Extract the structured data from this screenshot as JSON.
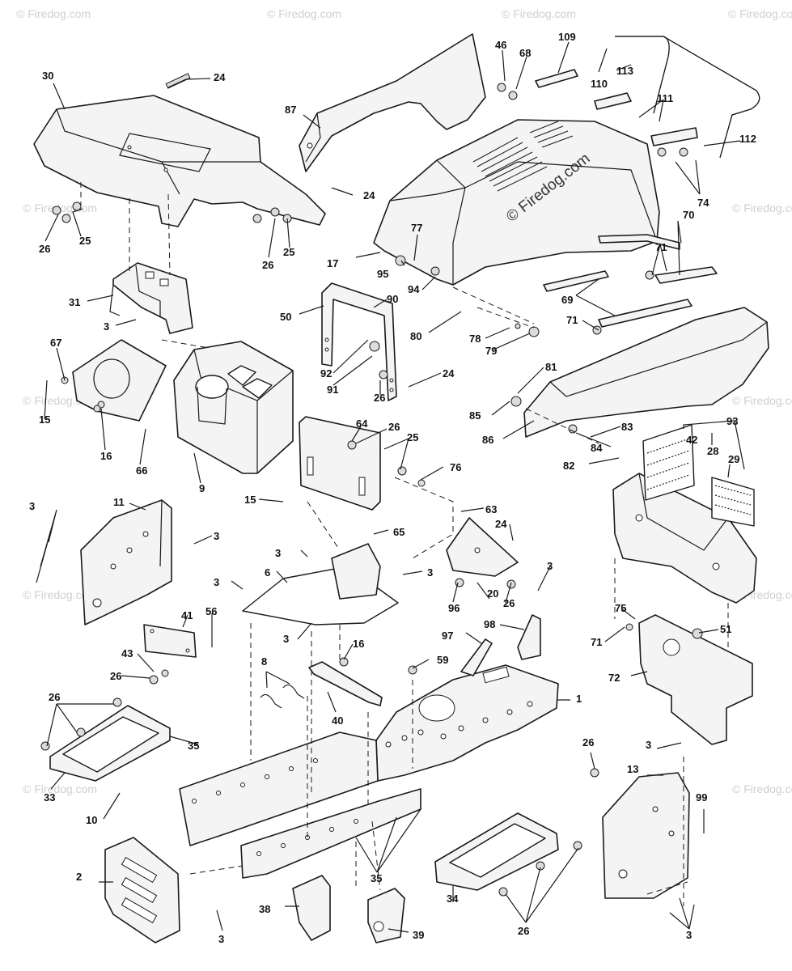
{
  "watermark": {
    "main_text": "© Firedog.com",
    "tile_text": "© Firedog.com"
  },
  "callouts": {
    "c1": "1",
    "c2": "2",
    "c3a": "3",
    "c3b": "3",
    "c3c": "3",
    "c3d": "3",
    "c3e": "3",
    "c3f": "3",
    "c3g": "3",
    "c3h": "3",
    "c3i": "3",
    "c3j": "3",
    "c3k": "3",
    "c6": "6",
    "c8": "8",
    "c9": "9",
    "c10": "10",
    "c11": "11",
    "c13": "13",
    "c15a": "15",
    "c15b": "15",
    "c16a": "16",
    "c16b": "16",
    "c17": "17",
    "c20": "20",
    "c24a": "24",
    "c24b": "24",
    "c24c": "24",
    "c24d": "24",
    "c25a": "25",
    "c25b": "25",
    "c25c": "25",
    "c26a": "26",
    "c26b": "26",
    "c26c": "26",
    "c26d": "26",
    "c26e": "26",
    "c26f": "26",
    "c26g": "26",
    "c26h": "26",
    "c26i": "26",
    "c28": "28",
    "c29": "29",
    "c30": "30",
    "c31": "31",
    "c33": "33",
    "c34": "34",
    "c35a": "35",
    "c35b": "35",
    "c38": "38",
    "c39": "39",
    "c40": "40",
    "c41": "41",
    "c42": "42",
    "c43": "43",
    "c46": "46",
    "c50": "50",
    "c51": "51",
    "c56": "56",
    "c59": "59",
    "c63": "63",
    "c64": "64",
    "c65": "65",
    "c66": "66",
    "c67": "67",
    "c68": "68",
    "c69": "69",
    "c70": "70",
    "c71a": "71",
    "c71b": "71",
    "c71c": "71",
    "c72": "72",
    "c74": "74",
    "c75": "75",
    "c76": "76",
    "c77": "77",
    "c78": "78",
    "c79": "79",
    "c80": "80",
    "c81": "81",
    "c82": "82",
    "c83": "83",
    "c84": "84",
    "c85": "85",
    "c86": "86",
    "c87": "87",
    "c90": "90",
    "c91": "91",
    "c92": "92",
    "c93": "93",
    "c94": "94",
    "c95": "95",
    "c96": "96",
    "c97": "97",
    "c98": "98",
    "c99": "99",
    "c109": "109",
    "c110": "110",
    "c111": "111",
    "c112": "112",
    "c113": "113"
  }
}
